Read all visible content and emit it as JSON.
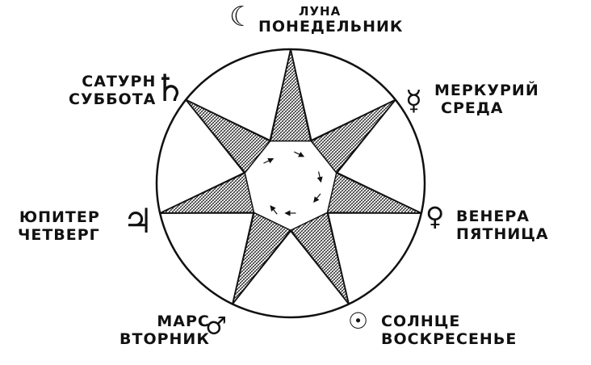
{
  "planets": {
    "moon": {
      "name": "ЛУНА",
      "day": "ПОНЕДЕЛЬНИК",
      "symbol": "☾",
      "icon": "moon-icon"
    },
    "mercury": {
      "name": "МЕРКУРИЙ",
      "day": "СРЕДА",
      "symbol": "☿",
      "icon": "mercury-icon"
    },
    "venus": {
      "name": "ВЕНЕРА",
      "day": "ПЯТНИЦА",
      "symbol": "♀",
      "icon": "venus-icon"
    },
    "sun": {
      "name": "СОЛНЦЕ",
      "day": "ВОСКРЕСЕНЬЕ",
      "symbol": "☉",
      "icon": "sun-icon"
    },
    "mars": {
      "name": "МАРС",
      "day": "ВТОРНИК",
      "symbol": "♂",
      "icon": "mars-icon"
    },
    "jupiter": {
      "name": "ЮПИТЕР",
      "day": "ЧЕТВЕРГ",
      "symbol": "♃",
      "icon": "jupiter-icon"
    },
    "saturn": {
      "name": "САТУРН",
      "day": "СУББОТА",
      "symbol": "♄",
      "icon": "saturn-icon"
    }
  },
  "colors": {
    "ink": "#111111",
    "background": "#ffffff"
  }
}
